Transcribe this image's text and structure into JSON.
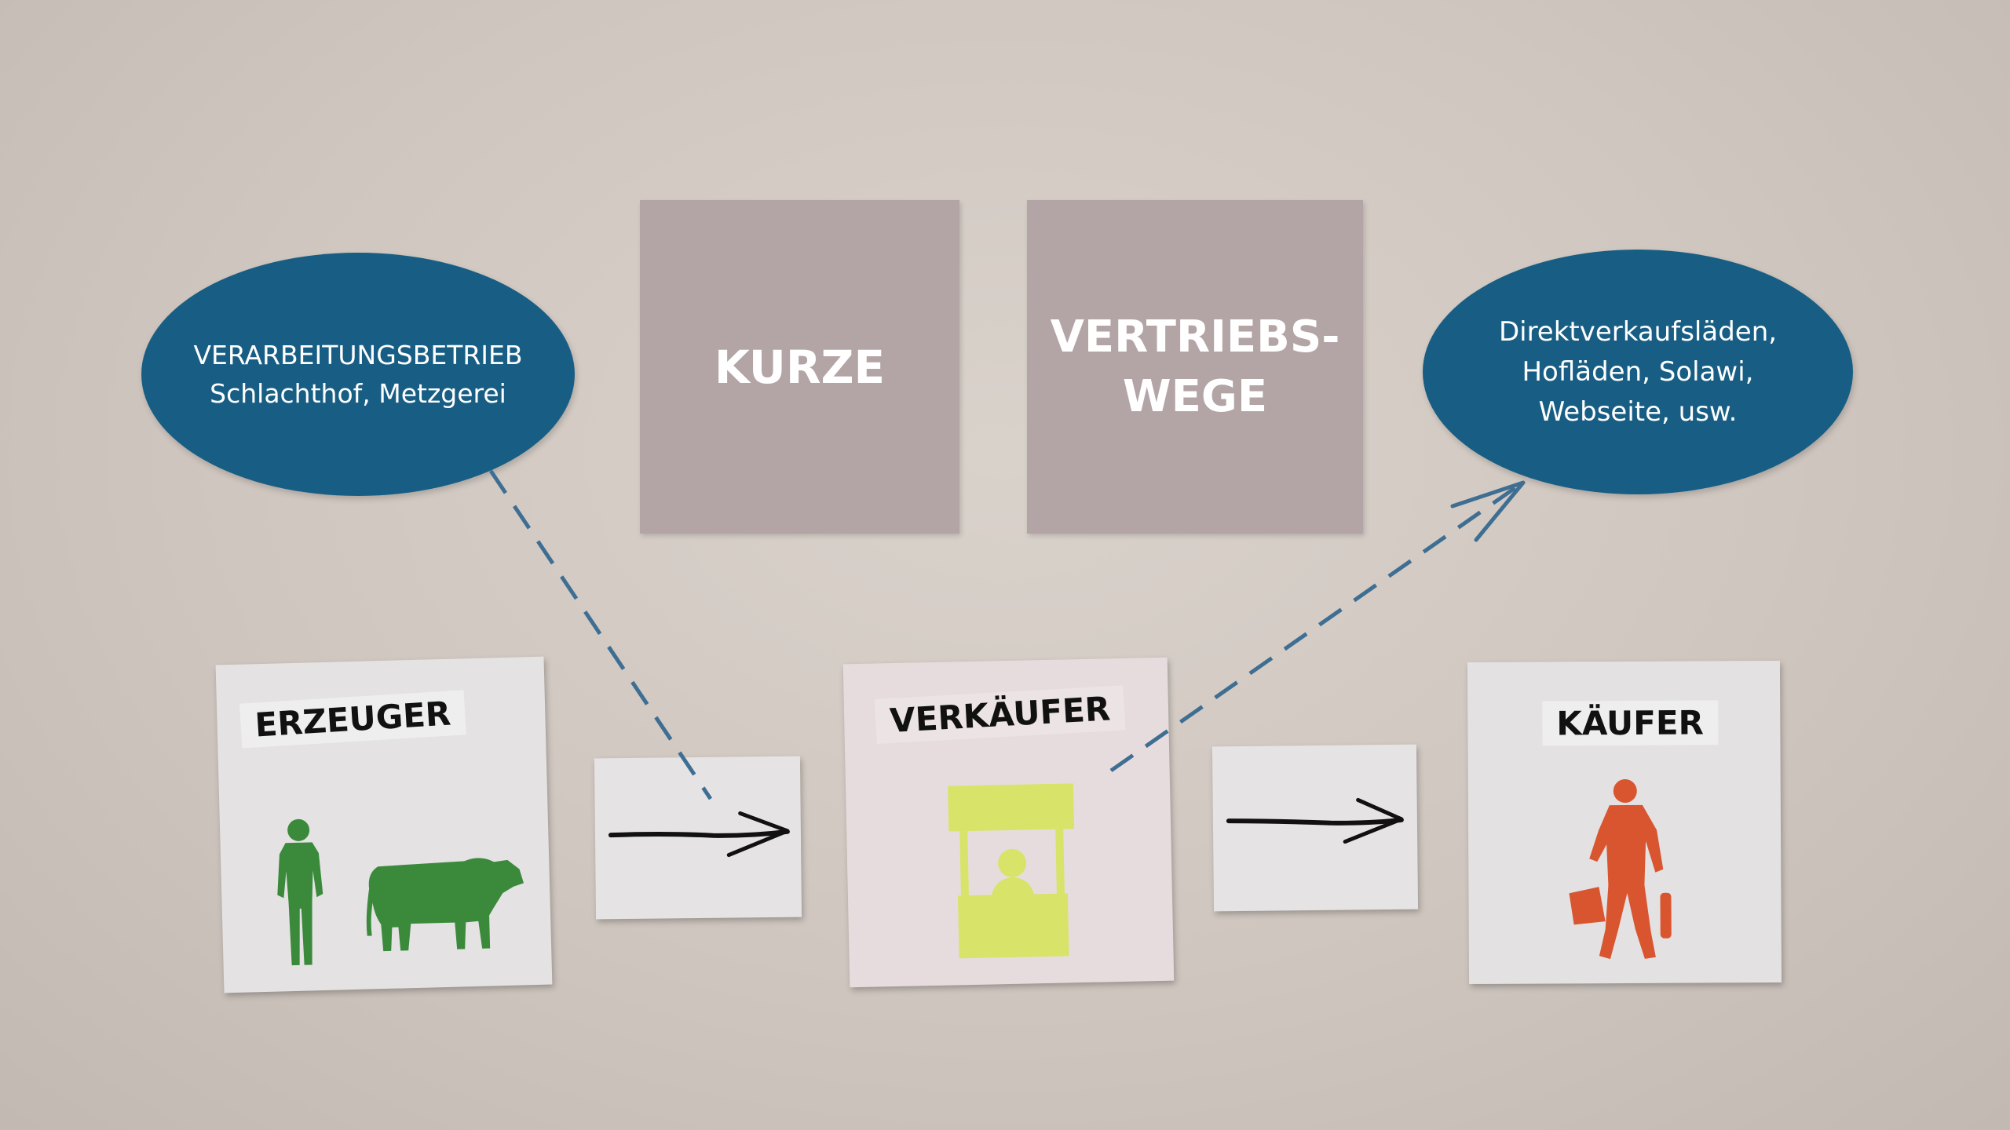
{
  "title": {
    "word1": "KURZE",
    "word2_line1": "VERTRIEBS-",
    "word2_line2": "WEGE"
  },
  "bubbles": {
    "processing": {
      "line1": "VERARBEITUNGSBETRIEB",
      "line2": "Schlachthof, Metzgerei"
    },
    "channels": {
      "line1": "Direktverkaufsläden,",
      "line2": "Hofläden, Solawi,",
      "line3": "Webseite, usw."
    }
  },
  "actors": {
    "producer": "ERZEUGER",
    "seller": "VERKÄUFER",
    "buyer": "KÄUFER"
  },
  "colors": {
    "bubble": "#185e84",
    "title_card": "#b3a4a5",
    "producer_figures": "#3b8a3c",
    "seller_stand": "#d8e36a",
    "buyer_figure": "#d9552f",
    "dashed_arrow": "#3f6e93"
  },
  "icons": {
    "producer": [
      "farmer-silhouette-icon",
      "cow-silhouette-icon"
    ],
    "seller": "market-stall-icon",
    "buyer": "shopper-silhouette-icon"
  }
}
